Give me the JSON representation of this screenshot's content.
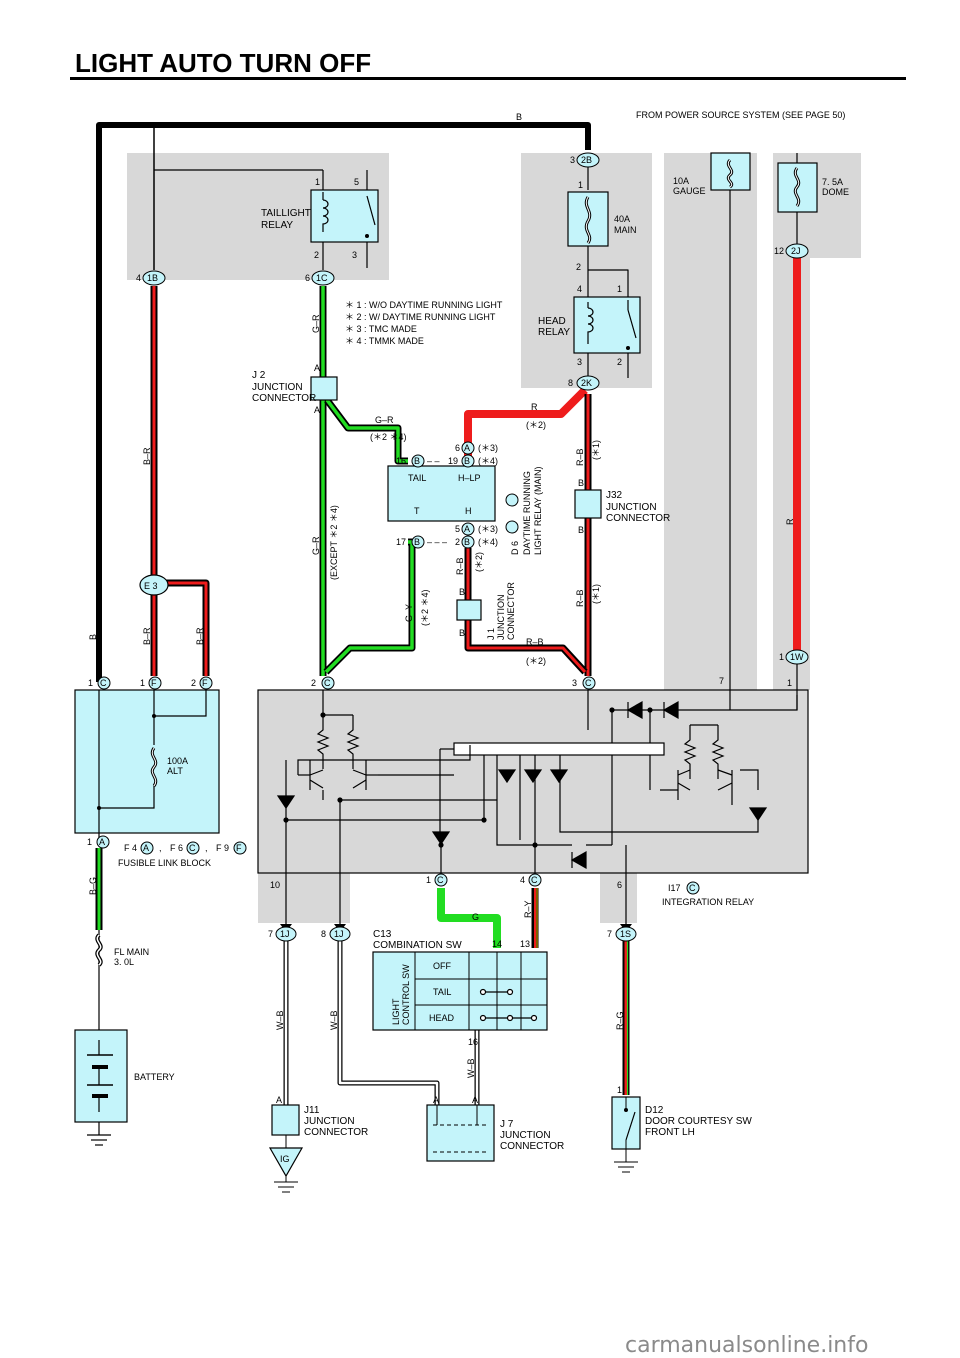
{
  "page": {
    "title": "LIGHT AUTO TURN OFF",
    "power_source_note": "FROM POWER SOURCE SYSTEM (SEE PAGE 50)",
    "watermark": "carmanualsonline.info"
  },
  "notes": [
    "＊ 1 : W/O DAYTIME RUNNING LIGHT",
    "＊ 2 : W/ DAYTIME RUNNING LIGHT",
    "＊ 3 : TMC MADE",
    "＊ 4 : TMMK MADE"
  ],
  "components": {
    "taillight_relay": [
      "TAILLIGHT",
      "RELAY"
    ],
    "main_fuse": [
      "40A",
      "MAIN"
    ],
    "gauge_fuse": [
      "10A",
      "GAUGE"
    ],
    "dome_fuse": [
      "7. 5A",
      "DOME"
    ],
    "head_relay": [
      "HEAD",
      "RELAY"
    ],
    "j2": [
      "J 2",
      "JUNCTION",
      "CONNECTOR"
    ],
    "j32": [
      "J32",
      "JUNCTION",
      "CONNECTOR"
    ],
    "j1": [
      "J 1",
      "JUNCTION",
      "CONNECTOR"
    ],
    "drl_relay": [
      "DAYTIME RUNNING",
      "LIGHT RELAY (MAIN)"
    ],
    "drl_code": "D 6",
    "drl_box": {
      "tail": "TAIL",
      "hlp": "H–LP",
      "t": "T",
      "h": "H"
    },
    "alt": [
      "100A",
      "ALT"
    ],
    "fusible_link_block": "FUSIBLE LINK BLOCK",
    "fusible_codes": [
      "F 4",
      "F 6",
      "F 9"
    ],
    "fl_main": [
      "FL MAIN",
      "3. 0L"
    ],
    "battery": "BATTERY",
    "integration_relay": "INTEGRATION RELAY",
    "integration_code": "I17",
    "combination_sw": [
      "C13",
      "COMBINATION SW"
    ],
    "light_control_sw": [
      "LIGHT",
      "CONTROL SW"
    ],
    "sw_positions": [
      "OFF",
      "TAIL",
      "HEAD"
    ],
    "j11": [
      "J11",
      "JUNCTION",
      "CONNECTOR"
    ],
    "j7": [
      "J 7",
      "JUNCTION",
      "CONNECTOR"
    ],
    "door_sw": [
      "D12",
      "DOOR COURTESY SW",
      "FRONT LH"
    ],
    "ig": "IG"
  },
  "wire_colors": {
    "B": "B",
    "GR": "G–R",
    "BR": "B–R",
    "RB": "R–B",
    "R": "R",
    "GY": "G–Y",
    "BG": "B–G",
    "G": "G",
    "RY": "R–Y",
    "WB": "W–B",
    "RG": "R–G"
  },
  "variant_labels": {
    "s2s4": "(＊2 ＊4)",
    "s2": "(＊2)",
    "s1": "(＊1)",
    "s3": "(＊3)",
    "s4": "(＊4)",
    "except": "(EXCEPT ＊2 ＊4)"
  },
  "connectors": {
    "c2B": "2B",
    "c1B": "1B",
    "c1C": "1C",
    "c2J": "2J",
    "c2K": "2K",
    "c1W": "1W",
    "c1J": "1J",
    "c1S": "1S",
    "A": "A",
    "B": "B",
    "C": "C",
    "F": "F",
    "E3": "E 3"
  },
  "pins": {
    "p1": "1",
    "p2": "2",
    "p3": "3",
    "p4": "4",
    "p5": "5",
    "p6": "6",
    "p7": "7",
    "p8": "8",
    "p10": "10",
    "p12": "12",
    "p13": "13",
    "p14": "14",
    "p16": "16",
    "p17": "17",
    "p19": "19"
  },
  "colors": {
    "black_wire": "#000000",
    "red_wire": "#ee1c1c",
    "green_wire": "#22dd22",
    "cyan_fill": "#c4f4fa",
    "grey_bg": "#d8d8d8",
    "white_wire": "#ffffff"
  }
}
